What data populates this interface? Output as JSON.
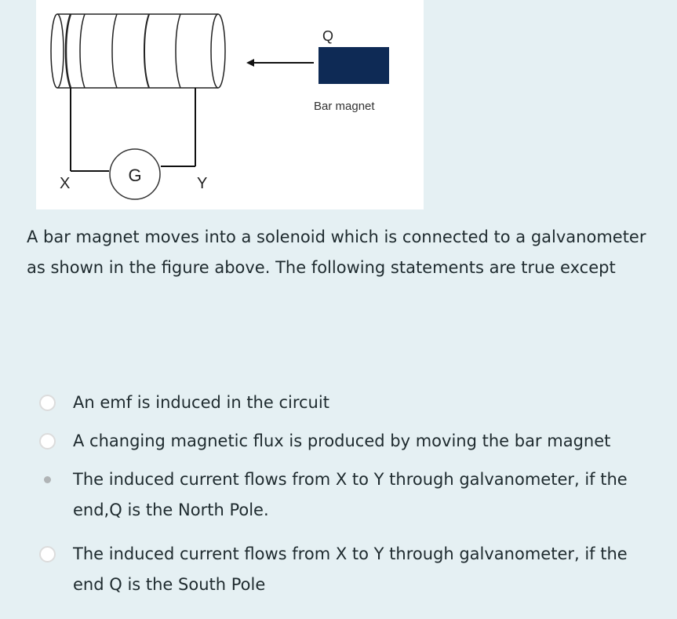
{
  "figure": {
    "label_q": "Q",
    "label_bar_magnet": "Bar magnet",
    "label_g": "G",
    "label_x": "X",
    "label_y": "Y",
    "magnet_color": "#0e2a55"
  },
  "question": "A bar magnet moves into a solenoid which is connected to a galvanometer as shown in the figure above. The following statements are true except",
  "options": [
    {
      "text": "An emf is induced in the circuit",
      "selected": false
    },
    {
      "text": "A changing magnetic flux is produced by moving the bar magnet",
      "selected": false
    },
    {
      "text": "The induced current flows from X to Y through galvanometer, if the end,Q is the North Pole.",
      "selected": true
    },
    {
      "text": "The induced current flows from X to Y through galvanometer, if the end Q is the South Pole",
      "selected": false
    }
  ]
}
